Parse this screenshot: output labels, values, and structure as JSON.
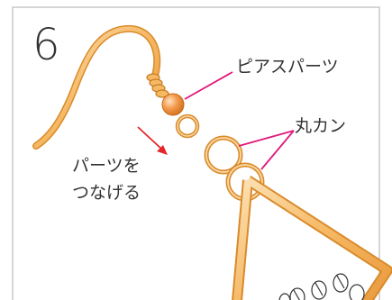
{
  "step": {
    "number": "6"
  },
  "labels": {
    "earring_part": "ピアスパーツ",
    "jump_ring": "丸カン",
    "instruction_line1": "パーツを",
    "instruction_line2": "つなげる"
  },
  "colors": {
    "frame": "#c9c9c9",
    "gold_fill": "#f2b15a",
    "gold_stroke": "#d98b2b",
    "gold_light": "#fbd9a4",
    "leader_line": "#e0187a",
    "arrow": "#e5252a",
    "text": "#333333",
    "bead": "#e88a3a"
  }
}
